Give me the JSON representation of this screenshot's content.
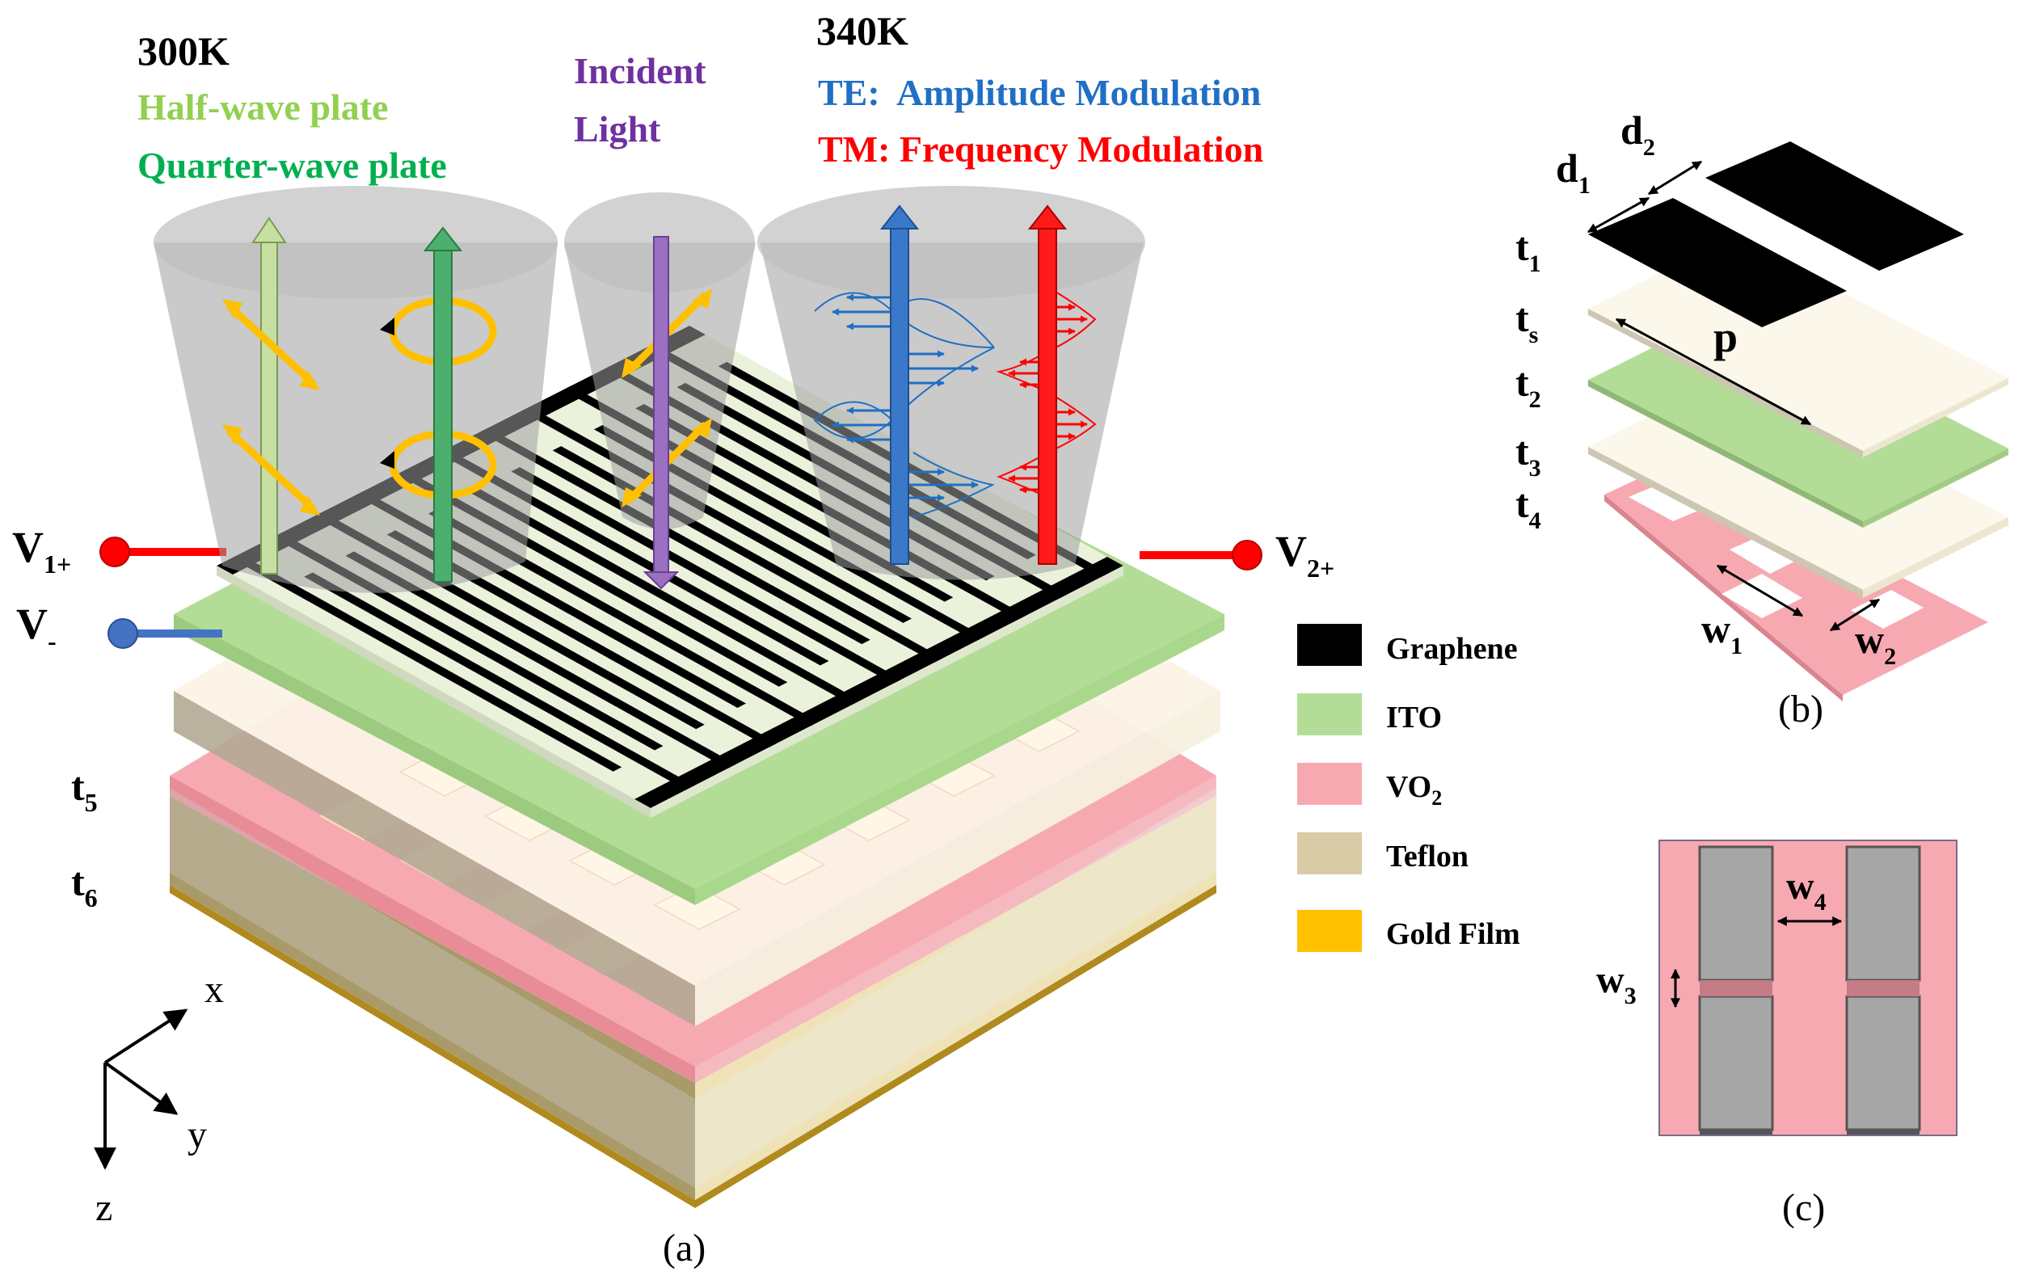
{
  "panel_a": {
    "caption": "(a)",
    "heading_300k": "300K",
    "half_wave": "Half-wave plate",
    "quarter_wave": "Quarter-wave plate",
    "incident_1": "Incident",
    "incident_2": "Light",
    "heading_340k": "340K",
    "te_mod": "TE:  Amplitude Modulation",
    "tm_mod": "TM: Frequency Modulation",
    "v1_main": "V",
    "v1_sub": "1+",
    "v2_main": "V",
    "v2_sub": "2+",
    "vm_main": "V",
    "vm_sub": "-",
    "t5_main": "t",
    "t5_sub": "5",
    "t6_main": "t",
    "t6_sub": "6",
    "axis_x": "x",
    "axis_y": "y",
    "axis_z": "z"
  },
  "legend": [
    {
      "label": "Graphene",
      "color": "#000000"
    },
    {
      "label": "ITO",
      "color": "#b3dd96"
    },
    {
      "label": "VO",
      "sub": "2",
      "color": "#f7a9b1"
    },
    {
      "label": "Teflon",
      "color": "#d8cba6"
    },
    {
      "label": "Gold Film",
      "color": "#ffc000"
    }
  ],
  "panel_b": {
    "caption": "(b)",
    "d1": "d",
    "d1_sub": "1",
    "d2": "d",
    "d2_sub": "2",
    "t1": "t",
    "t1_sub": "1",
    "ts": "t",
    "ts_sub": "s",
    "p": "p",
    "t2": "t",
    "t2_sub": "2",
    "t3": "t",
    "t3_sub": "3",
    "t4": "t",
    "t4_sub": "4",
    "w1": "w",
    "w1_sub": "1",
    "w2": "w",
    "w2_sub": "2"
  },
  "panel_c": {
    "caption": "(c)",
    "w3": "w",
    "w3_sub": "3",
    "w4": "w",
    "w4_sub": "4"
  },
  "colors": {
    "graphene": "#000000",
    "ito": "#b3dd96",
    "vo2": "#f7a9b1",
    "teflon": "#d8cba6",
    "gold": "#ffc000",
    "half_wave": "#92d050",
    "quarter_wave": "#00b050",
    "incident": "#7030a0",
    "te": "#1f6fc5",
    "tm": "#ff0000",
    "electrode": "#ff0000",
    "ground": "#4472c4"
  }
}
